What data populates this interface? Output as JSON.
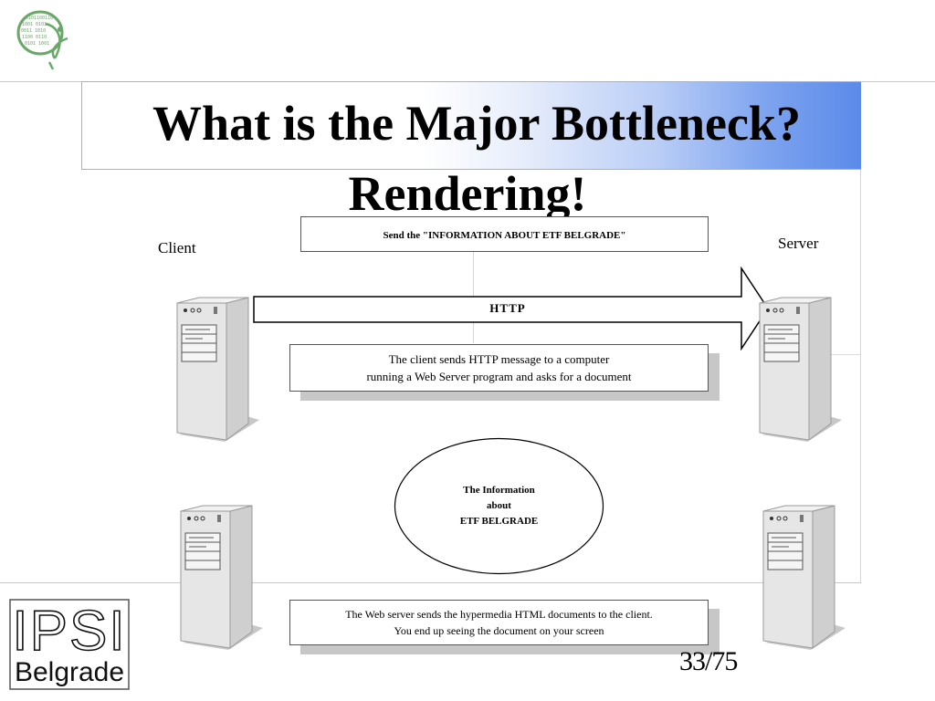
{
  "title": {
    "line1": "What is the Major Bottleneck?",
    "line2": "Rendering!"
  },
  "labels": {
    "client": "Client",
    "server": "Server"
  },
  "boxes": {
    "send": "Send the  \"INFORMATION ABOUT ETF BELGRADE\"",
    "http": "HTTP",
    "client_line1": "The client sends HTTP message to a computer",
    "client_line2": "running a Web Server program and asks for a document",
    "server_line1": "The Web server sends  the  hypermedia HTML documents to the client.",
    "server_line2": "You end up seeing the document on your screen"
  },
  "ellipse": {
    "line1": "The Information",
    "line2": "about",
    "line3": "ETF BELGRADE"
  },
  "logo": {
    "top_line": "IPSI",
    "bottom_line": "Belgrade"
  },
  "page_number": "33/75",
  "colors": {
    "title_gradient_end": "#5b8ae9",
    "shadow": "#c7c7c7",
    "tower_body": "#e6e6e6"
  },
  "icons": [
    "server-tower-icon",
    "green-emblem-icon"
  ]
}
